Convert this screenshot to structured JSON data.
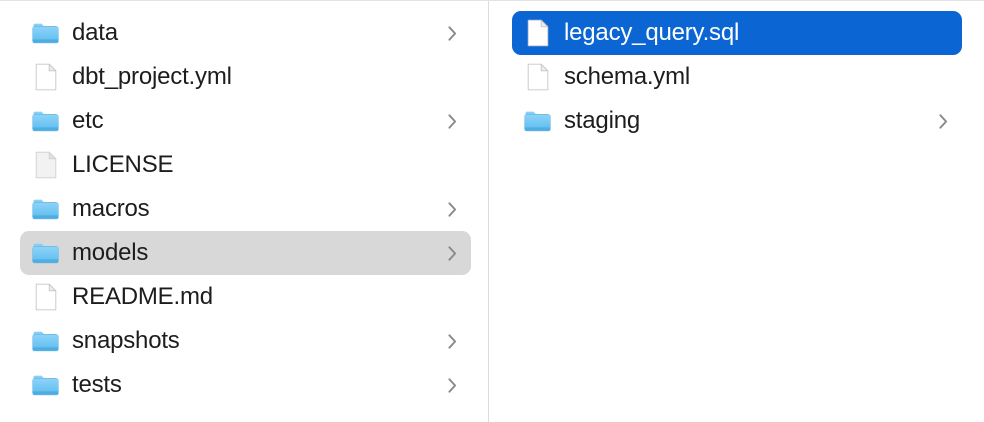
{
  "window": {
    "view_mode": "column-view",
    "app": "Finder"
  },
  "colors": {
    "selection_active_bg": "#0b66d4",
    "selection_active_text": "#ffffff",
    "selection_inactive_bg": "#d8d8d8",
    "text": "#1d1d1f",
    "folder_icon": "#6ac6f5",
    "folder_icon_dark": "#4aa8e0",
    "document_icon": "#ffffff",
    "divider": "#dcdcdc",
    "chevron": "#8a8a8e",
    "background": "#ffffff"
  },
  "columns": [
    {
      "name": "parent-column",
      "items": [
        {
          "label": "data",
          "kind": "folder",
          "icon": "folder-icon",
          "has_chevron": true,
          "selected": false,
          "selection_state": "none"
        },
        {
          "label": "dbt_project.yml",
          "kind": "file",
          "icon": "document-icon",
          "has_chevron": false,
          "selected": false,
          "selection_state": "none"
        },
        {
          "label": "etc",
          "kind": "folder",
          "icon": "folder-icon",
          "has_chevron": true,
          "selected": false,
          "selection_state": "none"
        },
        {
          "label": "LICENSE",
          "kind": "file",
          "icon": "document-generic-icon",
          "has_chevron": false,
          "selected": false,
          "selection_state": "none"
        },
        {
          "label": "macros",
          "kind": "folder",
          "icon": "folder-icon",
          "has_chevron": true,
          "selected": false,
          "selection_state": "none"
        },
        {
          "label": "models",
          "kind": "folder",
          "icon": "folder-icon",
          "has_chevron": true,
          "selected": true,
          "selection_state": "inactive"
        },
        {
          "label": "README.md",
          "kind": "file",
          "icon": "document-icon",
          "has_chevron": false,
          "selected": false,
          "selection_state": "none"
        },
        {
          "label": "snapshots",
          "kind": "folder",
          "icon": "folder-icon",
          "has_chevron": true,
          "selected": false,
          "selection_state": "none"
        },
        {
          "label": "tests",
          "kind": "folder",
          "icon": "folder-icon",
          "has_chevron": true,
          "selected": false,
          "selection_state": "none"
        }
      ]
    },
    {
      "name": "child-column",
      "items": [
        {
          "label": "legacy_query.sql",
          "kind": "file",
          "icon": "document-icon",
          "has_chevron": false,
          "selected": true,
          "selection_state": "active"
        },
        {
          "label": "schema.yml",
          "kind": "file",
          "icon": "document-icon",
          "has_chevron": false,
          "selected": false,
          "selection_state": "none"
        },
        {
          "label": "staging",
          "kind": "folder",
          "icon": "folder-icon",
          "has_chevron": true,
          "selected": false,
          "selection_state": "none"
        }
      ]
    }
  ]
}
